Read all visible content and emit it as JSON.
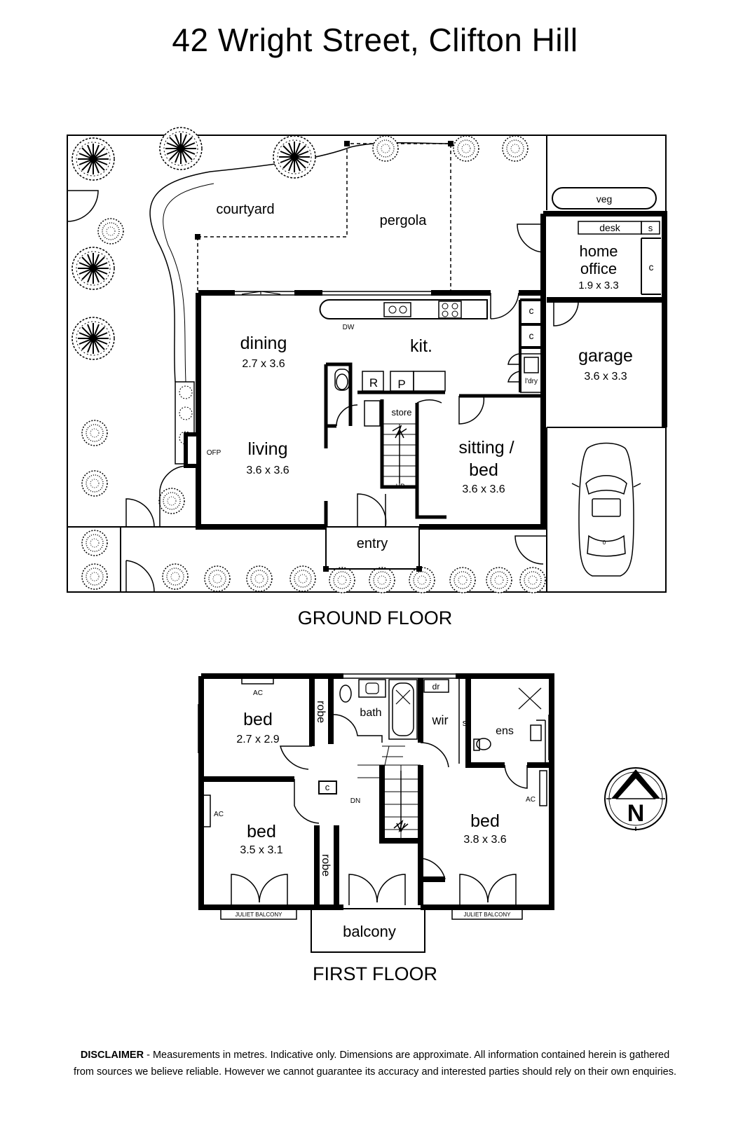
{
  "title": "42 Wright Street, Clifton Hill",
  "ground_floor": {
    "label": "GROUND FLOOR",
    "courtyard": "courtyard",
    "pergola": "pergola",
    "veg": "veg",
    "desk": "desk",
    "s": "s",
    "home_office_1": "home",
    "home_office_2": "office",
    "home_office_dim": "1.9 x 3.3",
    "c": "c",
    "garage": "garage",
    "garage_dim": "3.6 x 3.3",
    "dining": "dining",
    "dining_dim": "2.7 x 3.6",
    "kitchen": "kit.",
    "dw": "DW",
    "laundry": "l'dry",
    "r": "R",
    "p": "P",
    "store": "store",
    "up": "UP",
    "living": "living",
    "living_dim": "3.6 x 3.6",
    "ofp": "OFP",
    "sitting_1": "sitting /",
    "sitting_2": "bed",
    "sitting_dim": "3.6 x 3.6",
    "entry": "entry",
    "car_mark": "0"
  },
  "first_floor": {
    "label": "FIRST FLOOR",
    "bed1": "bed",
    "bed1_dim": "2.7 x 2.9",
    "bed2": "bed",
    "bed2_dim": "3.5 x 3.1",
    "bed3": "bed",
    "bed3_dim": "3.8 x 3.6",
    "ac": "AC",
    "robe": "robe",
    "bath": "bath",
    "wir": "wir",
    "dr": "dr",
    "s": "s",
    "ens": "ens",
    "c": "c",
    "dn": "DN",
    "balcony": "balcony",
    "juliet": "JULIET BALCONY"
  },
  "compass": "N",
  "disclaimer": {
    "bold": "DISCLAIMER",
    "line1": " - Measurements in metres. Indicative only. Dimensions are approximate. All information contained herein is gathered",
    "line2": "from sources we believe reliable. However we cannot guarantee its accuracy and interested parties should rely on their own enquiries."
  }
}
